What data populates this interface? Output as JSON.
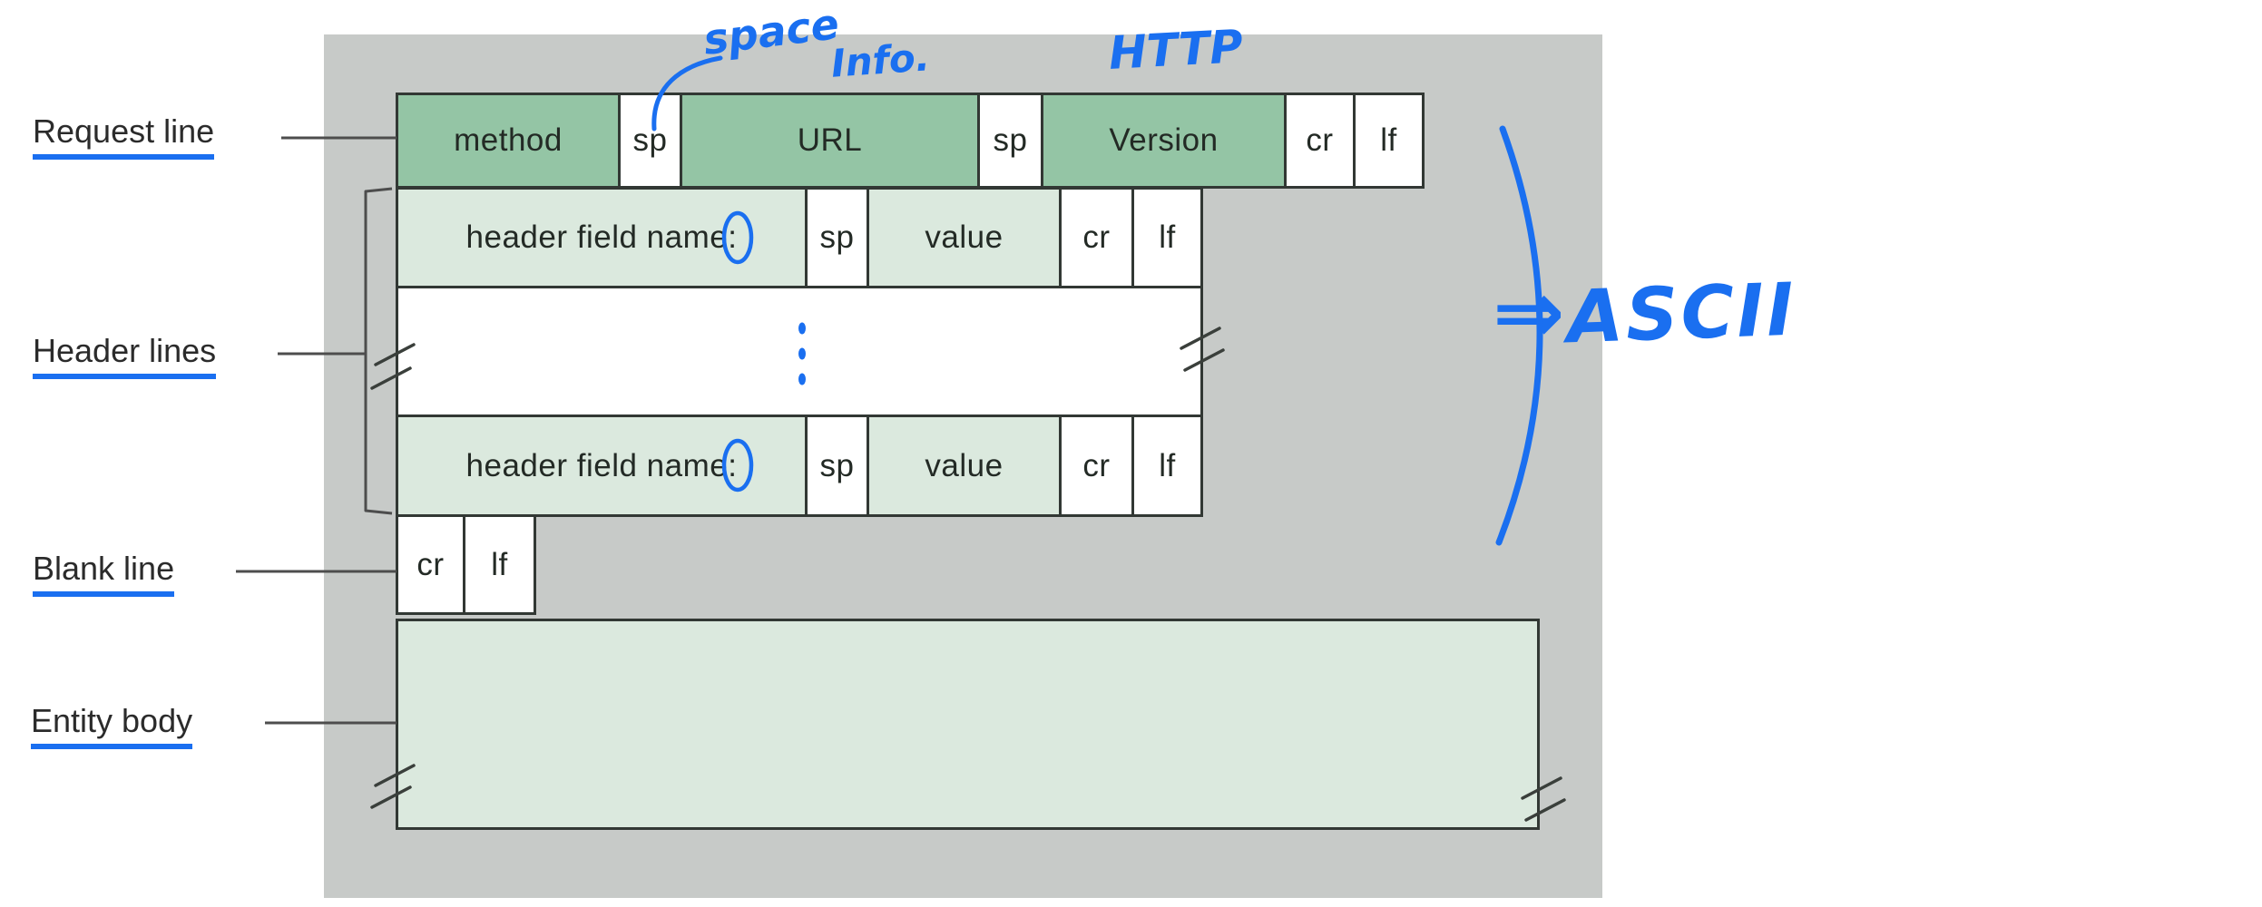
{
  "labels": {
    "request_line": "Request line",
    "header_lines": "Header lines",
    "blank_line": "Blank line",
    "entity_body": "Entity body"
  },
  "rows": {
    "request": {
      "method": "method",
      "sp1": "sp",
      "url": "URL",
      "sp2": "sp",
      "version": "Version",
      "cr": "cr",
      "lf": "lf"
    },
    "header_top": {
      "name": "header field name:",
      "sp": "sp",
      "value": "value",
      "cr": "cr",
      "lf": "lf"
    },
    "header_bottom": {
      "name": "header field name:",
      "sp": "sp",
      "value": "value",
      "cr": "cr",
      "lf": "lf"
    },
    "blank": {
      "cr": "cr",
      "lf": "lf"
    }
  },
  "handwritten": {
    "space": "space",
    "info": "Info.",
    "http": "HTTP",
    "arrow": "⇒",
    "ascii": "ASCII"
  },
  "colors": {
    "panel_gray": "#c7cac8",
    "dark_green": "#94c5a5",
    "light_green": "#dbe9de",
    "box_border": "#323834",
    "connector_gray": "#4d4d4d",
    "ink_blue": "#1a6ff0",
    "label_text": "#2b2b2b"
  }
}
